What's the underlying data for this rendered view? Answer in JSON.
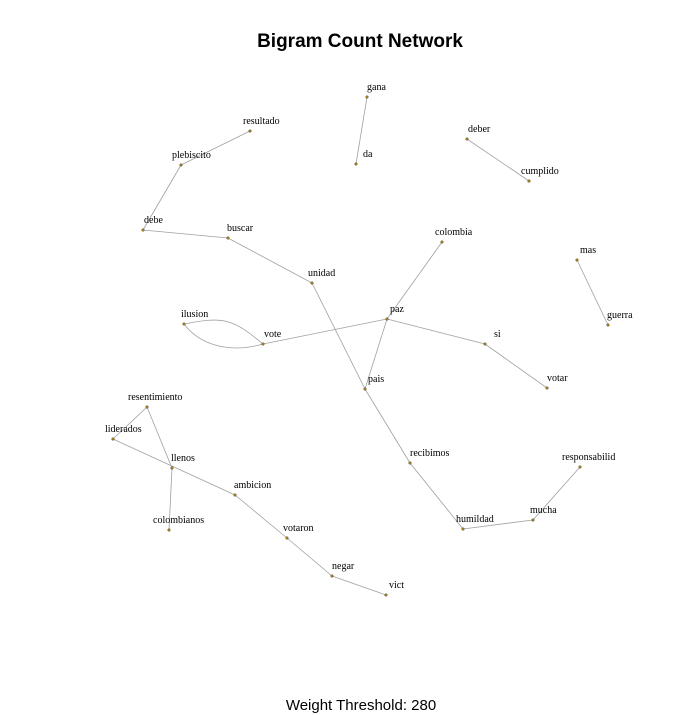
{
  "title": "Bigram Count Network",
  "caption": "Weight Threshold: 280",
  "colors": {
    "edge": "#a0a0a0",
    "node": "#b8860b",
    "text": "#000000"
  },
  "nodes": [
    {
      "id": "gana",
      "label": "gana"
    },
    {
      "id": "da",
      "label": "da"
    },
    {
      "id": "resultado",
      "label": "resultado"
    },
    {
      "id": "plebiscito",
      "label": "plebiscito"
    },
    {
      "id": "deber",
      "label": "deber"
    },
    {
      "id": "cumplido",
      "label": "cumplido"
    },
    {
      "id": "debe",
      "label": "debe"
    },
    {
      "id": "buscar",
      "label": "buscar"
    },
    {
      "id": "colombia",
      "label": "colombia"
    },
    {
      "id": "mas",
      "label": "mas"
    },
    {
      "id": "unidad",
      "label": "unidad"
    },
    {
      "id": "guerra",
      "label": "guerra"
    },
    {
      "id": "ilusion",
      "label": "ilusion"
    },
    {
      "id": "paz",
      "label": "paz"
    },
    {
      "id": "vote",
      "label": "vote"
    },
    {
      "id": "si",
      "label": "si"
    },
    {
      "id": "pais",
      "label": "pais"
    },
    {
      "id": "votar",
      "label": "votar"
    },
    {
      "id": "resentimiento",
      "label": "resentimiento"
    },
    {
      "id": "liderados",
      "label": "liderados"
    },
    {
      "id": "recibimos",
      "label": "recibimos"
    },
    {
      "id": "llenos",
      "label": "llenos"
    },
    {
      "id": "responsabilid",
      "label": "responsabilid"
    },
    {
      "id": "ambicion",
      "label": "ambicion"
    },
    {
      "id": "mucha",
      "label": "mucha"
    },
    {
      "id": "humildad",
      "label": "humildad"
    },
    {
      "id": "colombianos",
      "label": "colombianos"
    },
    {
      "id": "votaron",
      "label": "votaron"
    },
    {
      "id": "negar",
      "label": "negar"
    },
    {
      "id": "vict",
      "label": "vict"
    }
  ],
  "edges": [
    {
      "from": "gana",
      "to": "da"
    },
    {
      "from": "resultado",
      "to": "plebiscito"
    },
    {
      "from": "plebiscito",
      "to": "debe"
    },
    {
      "from": "debe",
      "to": "buscar"
    },
    {
      "from": "buscar",
      "to": "unidad"
    },
    {
      "from": "unidad",
      "to": "pais"
    },
    {
      "from": "pais",
      "to": "recibimos"
    },
    {
      "from": "recibimos",
      "to": "humildad"
    },
    {
      "from": "humildad",
      "to": "mucha"
    },
    {
      "from": "mucha",
      "to": "responsabilid"
    },
    {
      "from": "deber",
      "to": "cumplido"
    },
    {
      "from": "mas",
      "to": "guerra"
    },
    {
      "from": "colombia",
      "to": "paz"
    },
    {
      "from": "paz",
      "to": "si"
    },
    {
      "from": "si",
      "to": "votar"
    },
    {
      "from": "paz",
      "to": "pais"
    },
    {
      "from": "vote",
      "to": "paz"
    },
    {
      "from": "ilusion",
      "to": "vote",
      "curved": true
    },
    {
      "from": "resentimiento",
      "to": "liderados"
    },
    {
      "from": "resentimiento",
      "to": "llenos"
    },
    {
      "from": "liderados",
      "to": "ambicion"
    },
    {
      "from": "llenos",
      "to": "colombianos"
    },
    {
      "from": "ambicion",
      "to": "votaron"
    },
    {
      "from": "votaron",
      "to": "negar"
    },
    {
      "from": "negar",
      "to": "vict"
    }
  ]
}
